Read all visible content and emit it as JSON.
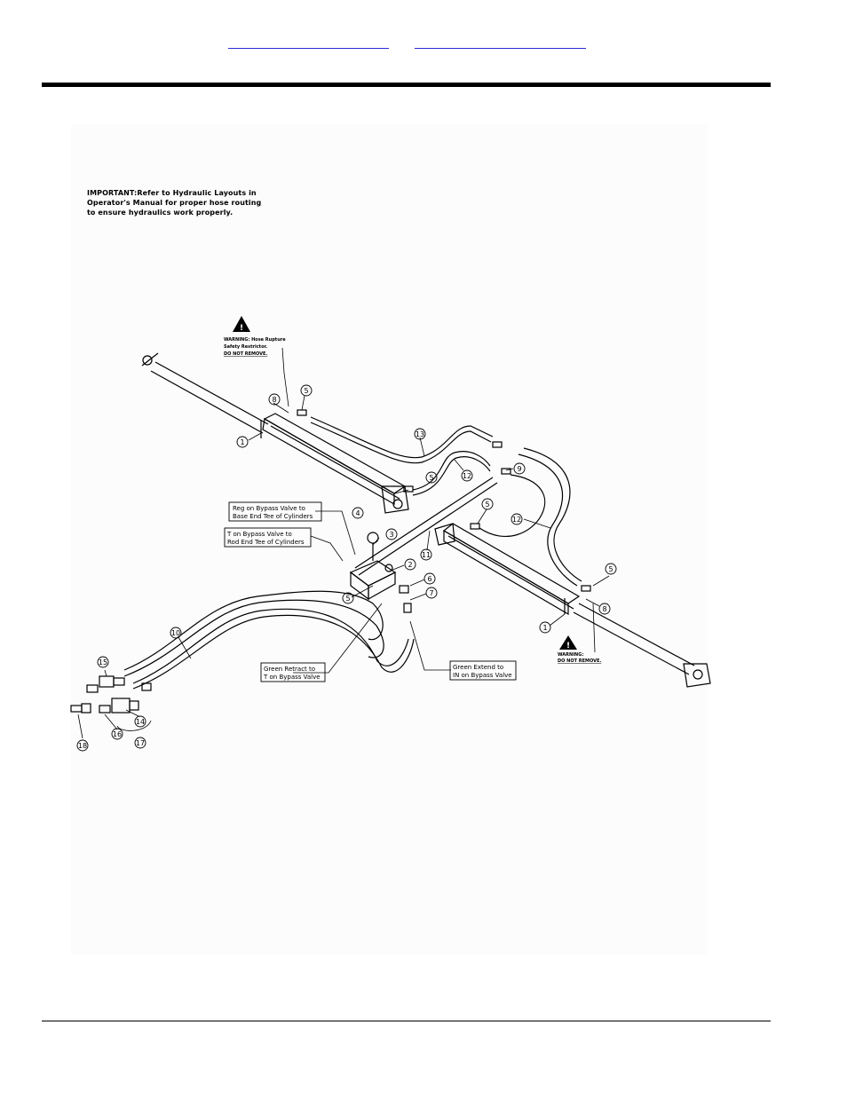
{
  "header": {
    "link1": "",
    "link2": ""
  },
  "note": {
    "line1": "IMPORTANT:Refer to Hydraulic Layouts in",
    "line2": "Operator's Manual for proper hose routing",
    "line3": "to ensure hydraulics work properly."
  },
  "warning_top": {
    "line1": "WARNING: Hose Rupture",
    "line2": "Safety Restrictor.",
    "line3": "DO NOT REMOVE."
  },
  "warning_right": {
    "line1": "WARNING:",
    "line2": "DO NOT REMOVE."
  },
  "callouts": {
    "reg_line1": "Reg on Bypass Valve to",
    "reg_line2": "Base End Tee of Cylinders",
    "t_line1": "T on Bypass Valve to",
    "t_line2": "Rod End Tee of Cylinders",
    "retract_line1": "Green Retract to",
    "retract_line2": "T on Bypass Valve",
    "extend_line1": "Green Extend to",
    "extend_line2": "IN on Bypass Valve"
  },
  "part_numbers": {
    "p1a": "1",
    "p1b": "1",
    "p2": "2",
    "p3": "3",
    "p4": "4",
    "p5a": "5",
    "p5b": "5",
    "p5c": "5",
    "p5d": "5",
    "p5e": "5",
    "p6": "6",
    "p7": "7",
    "p8a": "8",
    "p8b": "8",
    "p9": "9",
    "p10": "10",
    "p11": "11",
    "p12a": "12",
    "p12b": "12",
    "p13": "13",
    "p14": "14",
    "p15": "15",
    "p16": "16",
    "p17": "17",
    "p18": "18"
  }
}
